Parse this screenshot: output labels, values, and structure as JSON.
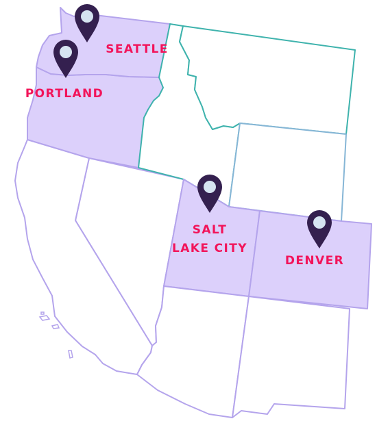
{
  "colors": {
    "highlight_fill": "#dcd0fb",
    "plain_fill": "#ffffff",
    "border_purple": "#b4a4ec",
    "border_teal": "#3fb3ad",
    "border_blue": "#86b6d6",
    "pin": "#34204f",
    "pin_dot": "#d6e4f1",
    "label": "#f2145a"
  },
  "states": [
    {
      "id": "washington",
      "highlighted": true,
      "border": "purple"
    },
    {
      "id": "oregon",
      "highlighted": true,
      "border": "purple"
    },
    {
      "id": "california",
      "highlighted": false,
      "border": "purple"
    },
    {
      "id": "nevada",
      "highlighted": false,
      "border": "purple"
    },
    {
      "id": "idaho",
      "highlighted": false,
      "border": "teal"
    },
    {
      "id": "montana",
      "highlighted": false,
      "border": "teal"
    },
    {
      "id": "wyoming",
      "highlighted": false,
      "border": "blue"
    },
    {
      "id": "utah",
      "highlighted": true,
      "border": "purple"
    },
    {
      "id": "colorado",
      "highlighted": true,
      "border": "purple"
    },
    {
      "id": "arizona",
      "highlighted": false,
      "border": "purple"
    },
    {
      "id": "new-mexico",
      "highlighted": false,
      "border": "purple"
    }
  ],
  "cities": [
    {
      "id": "seattle",
      "label_lines": [
        "SEATTLE"
      ]
    },
    {
      "id": "portland",
      "label_lines": [
        "PORTLAND"
      ]
    },
    {
      "id": "salt-lake-city",
      "label_lines": [
        "SALT",
        "LAKE CITY"
      ]
    },
    {
      "id": "denver",
      "label_lines": [
        "DENVER"
      ]
    }
  ]
}
